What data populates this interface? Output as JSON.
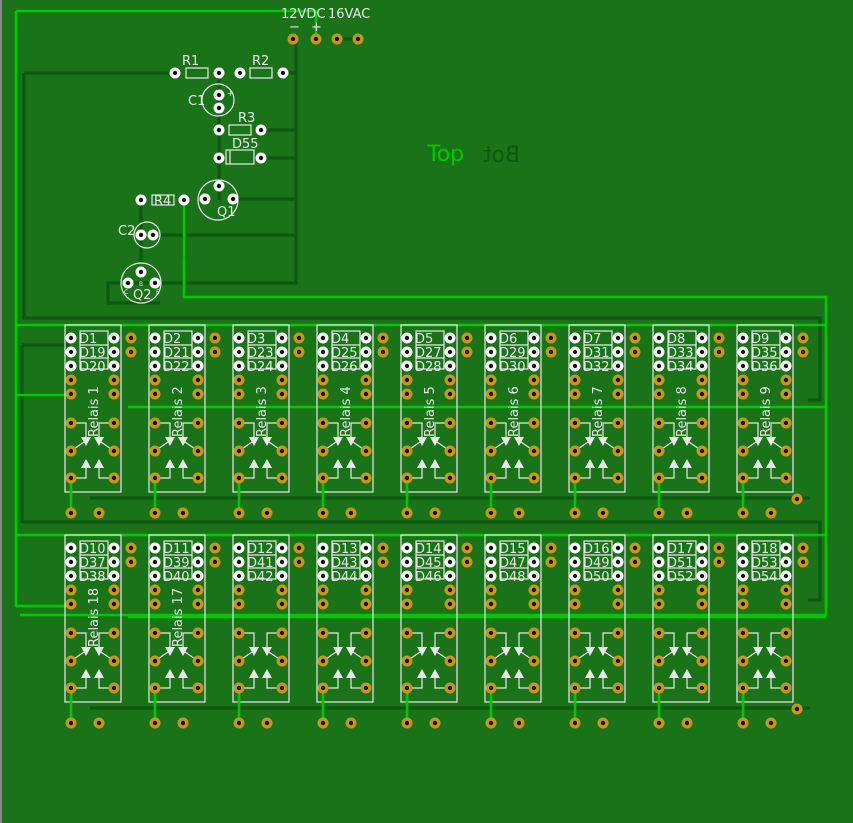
{
  "board": {
    "colors": {
      "substrate": "#1a7319",
      "top_copper": "#00c800",
      "bottom_copper": "#0b5a10",
      "pad": "#c8961e",
      "silkscreen": "#e8e8e8"
    },
    "layer_labels": {
      "top": "Top",
      "bottom": "Bot"
    }
  },
  "power": {
    "label_12v": "12VDC",
    "label_16v": "16VAC",
    "minus": "−",
    "plus": "+"
  },
  "components": {
    "r1": "R1",
    "r2": "R2",
    "r3": "R3",
    "r4": "R4",
    "c1": "C1",
    "c2": "C2",
    "d55": "D55",
    "q1": "Q1",
    "q2": "Q2",
    "c1_plus": "+",
    "q2_b": "B",
    "q2_c": "C",
    "q2_e": "E"
  },
  "relays": {
    "row1": [
      {
        "label": "Relais 1",
        "diodes": [
          "D1",
          "D19",
          "D20"
        ]
      },
      {
        "label": "Relais 2",
        "diodes": [
          "D2",
          "D21",
          "D22"
        ]
      },
      {
        "label": "Relais 3",
        "diodes": [
          "D3",
          "D23",
          "D24"
        ]
      },
      {
        "label": "Relais 4",
        "diodes": [
          "D4",
          "D25",
          "D26"
        ]
      },
      {
        "label": "Relais 5",
        "diodes": [
          "D5",
          "D27",
          "D28"
        ]
      },
      {
        "label": "Relais 6",
        "diodes": [
          "D6",
          "D29",
          "D30"
        ]
      },
      {
        "label": "Relais 7",
        "diodes": [
          "D7",
          "D31",
          "D32"
        ]
      },
      {
        "label": "Relais 8",
        "diodes": [
          "D8",
          "D33",
          "D34"
        ]
      },
      {
        "label": "Relais 9",
        "diodes": [
          "D9",
          "D35",
          "D36"
        ]
      }
    ],
    "row2": [
      {
        "label": "Relais 18",
        "diodes": [
          "D10",
          "D37",
          "D38"
        ]
      },
      {
        "label": "Relais 17",
        "diodes": [
          "D11",
          "D39",
          "D40"
        ]
      },
      {
        "label": "",
        "diodes": [
          "D12",
          "D41",
          "D42"
        ]
      },
      {
        "label": "",
        "diodes": [
          "D13",
          "D43",
          "D44"
        ]
      },
      {
        "label": "",
        "diodes": [
          "D14",
          "D45",
          "D46"
        ]
      },
      {
        "label": "",
        "diodes": [
          "D15",
          "D47",
          "D48"
        ]
      },
      {
        "label": "",
        "diodes": [
          "D16",
          "D49",
          "D50"
        ]
      },
      {
        "label": "",
        "diodes": [
          "D17",
          "D51",
          "D52"
        ]
      },
      {
        "label": "",
        "diodes": [
          "D18",
          "D53",
          "D54"
        ]
      }
    ]
  }
}
